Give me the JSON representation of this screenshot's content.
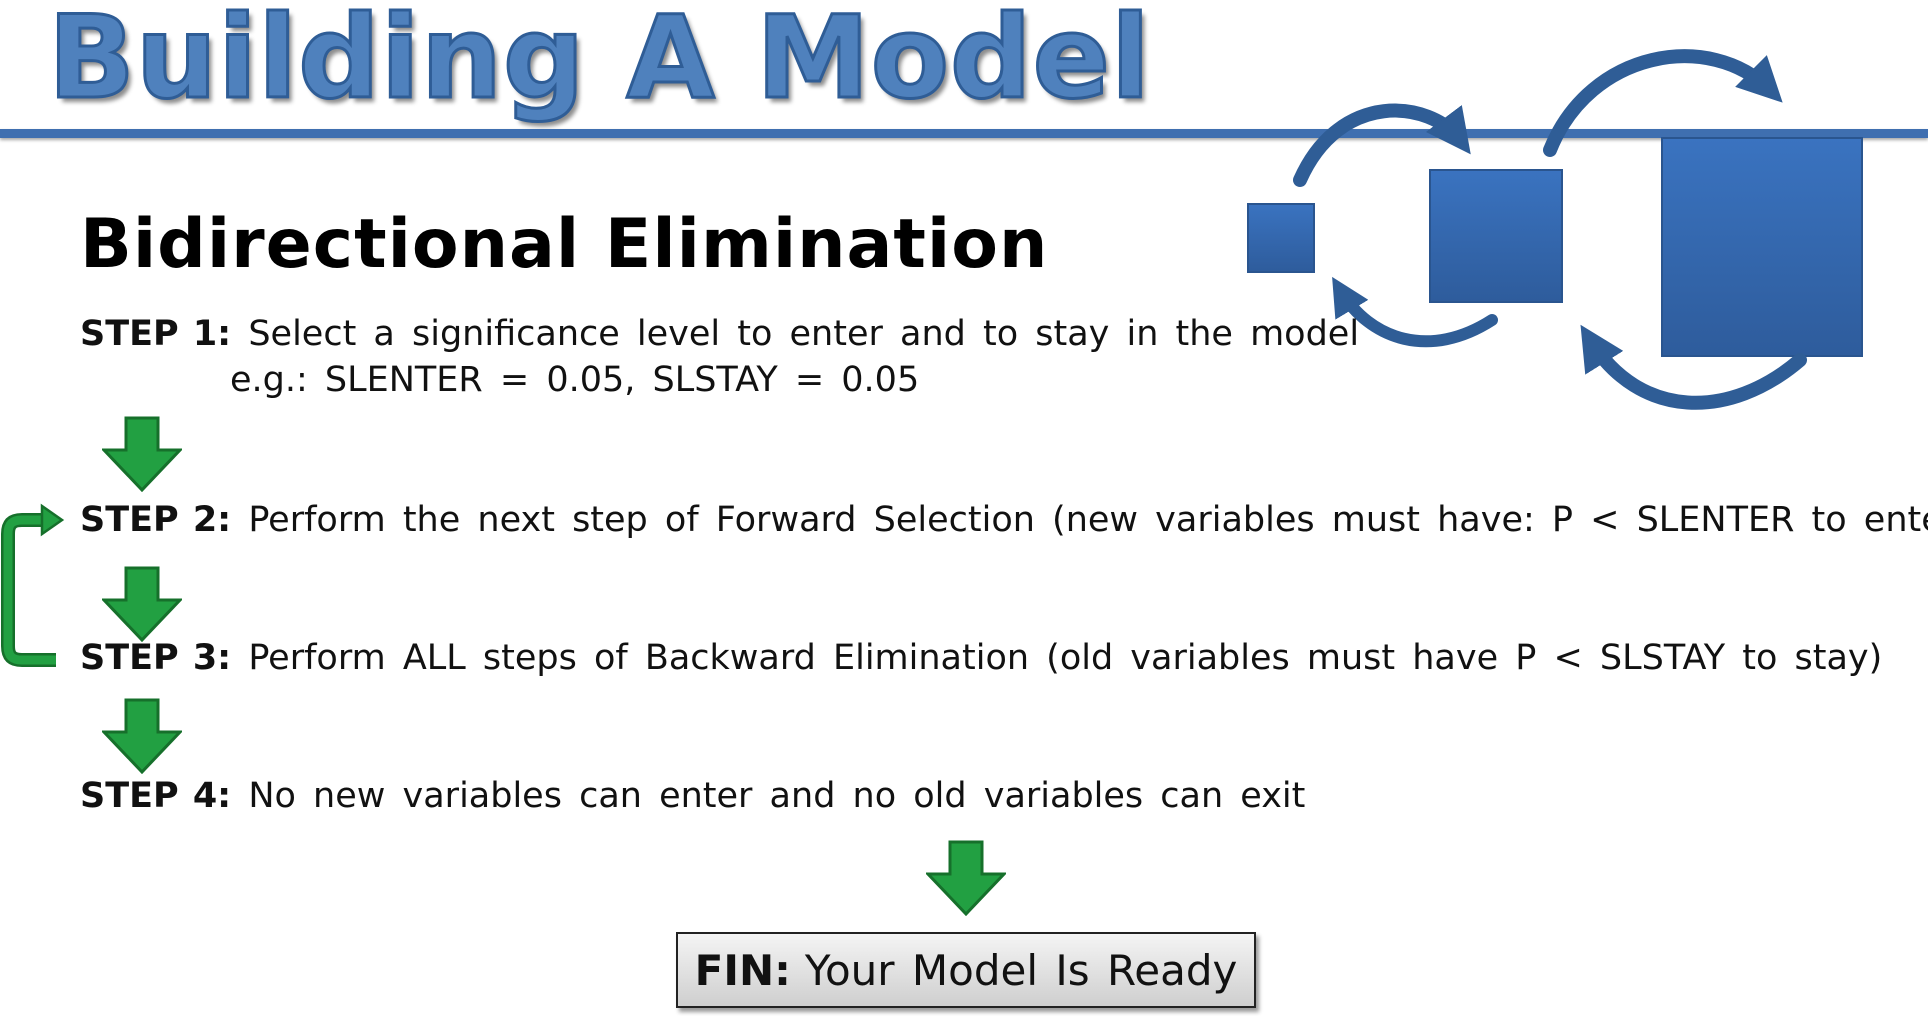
{
  "title": "Building A Model",
  "subtitle": "Bidirectional Elimination",
  "steps": [
    {
      "label": "STEP 1:",
      "text": "Select a significance level to enter and to stay in the model",
      "example": "e.g.: SLENTER = 0.05, SLSTAY = 0.05"
    },
    {
      "label": "STEP 2:",
      "text": "Perform the next step of Forward Selection (new variables must have: P < SLENTER to enter)"
    },
    {
      "label": "STEP 3:",
      "text": "Perform ALL steps of Backward Elimination (old variables must have P < SLSTAY to stay)"
    },
    {
      "label": "STEP 4:",
      "text": "No new variables can enter and no old variables can exit"
    }
  ],
  "fin": {
    "label": "FIN:",
    "text": "Your Model Is Ready"
  },
  "colors": {
    "title_blue": "#4f81bd",
    "rule_blue": "#3f6fb0",
    "arrow_green": "#22a042",
    "arrow_green_dark": "#16702b",
    "square_blue": "#3d74bd"
  },
  "icons": [
    "down-arrow-icon",
    "loop-arrow-icon",
    "curved-arrow-icon",
    "square-icon"
  ]
}
